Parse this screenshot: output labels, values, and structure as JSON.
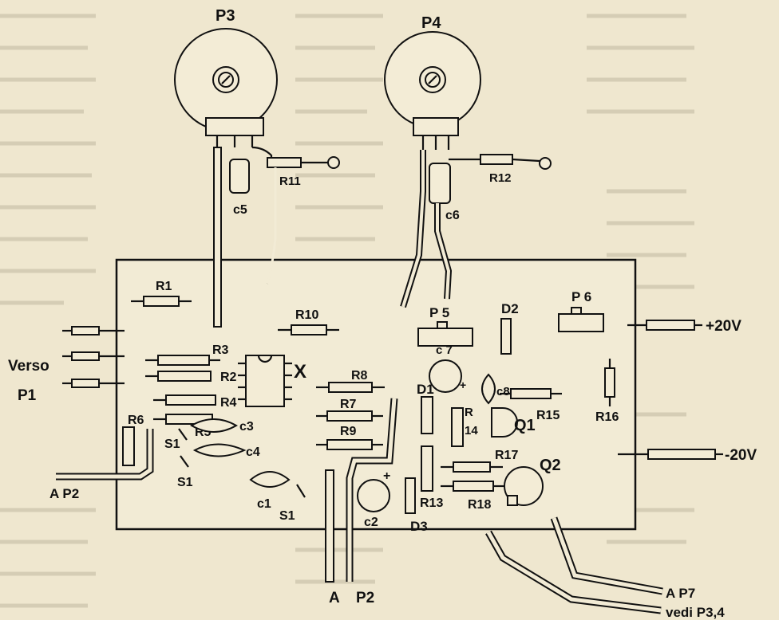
{
  "labels": {
    "P3": "P3",
    "P4": "P4",
    "R11": "R11",
    "R12": "R12",
    "C5": "c5",
    "C6": "c6",
    "R1": "R1",
    "R10": "R10",
    "R3": "R3",
    "R2": "R2",
    "R4": "R4",
    "R5": "R5",
    "X": "X",
    "Verso": "Verso",
    "P1": "P1",
    "R6": "R6",
    "C3": "c3",
    "C4": "c4",
    "C1": "c1",
    "S1a": "S1",
    "S1b": "S1",
    "S1c": "S1",
    "AP2_left": "A P2",
    "P5": "P 5",
    "D2": "D2",
    "P6": "P 6",
    "C7": "c 7",
    "C8": "c8",
    "R8": "R8",
    "R7": "R7",
    "R9": "R9",
    "D1": "D1",
    "R14a": "R",
    "R14b": "14",
    "Q1": "Q1",
    "R15": "R15",
    "R16": "R16",
    "R17": "R17",
    "R18": "R18",
    "R13": "R13",
    "C2": "c2",
    "D3": "D3",
    "Q2": "Q2",
    "AP2_bottom_A": "A",
    "AP2_bottom_P2": "P2",
    "plus20": "+20V",
    "minus20": "-20V",
    "AP7": "A P7",
    "vedi": "vedi P3,4",
    "plus_c2": "+",
    "plus_c7": "+"
  }
}
